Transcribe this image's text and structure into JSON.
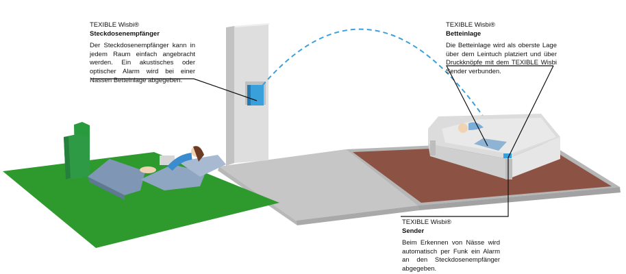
{
  "callouts": {
    "receiver": {
      "brand": "TEXIBLE Wisbi®",
      "title": "Steckdosenempfänger",
      "body": "Der Steckdosenempfänger kann in jedem Raum einfach angebracht werden. Ein akustisches oder optischer Alarm wird bei einer Nassen Betteinlage abgegeben."
    },
    "pad": {
      "brand": "TEXIBLE Wisbi®",
      "title": "Betteinlage",
      "body": "Die Betteinlage wird als oberste Lage über dem Leintuch platziert und über Druckknöpfe mit dem TEXIBLE Wisbi Sender verbunden."
    },
    "sender": {
      "brand": "TEXIBLE Wisbi®",
      "title": "Sender",
      "body": "Beim Erkennen von Nässe wird automatisch per Funk ein Alarm an den Steckdosenempfänger abgegeben."
    }
  },
  "colors": {
    "green_floor": "#2e9a2e",
    "brown_floor": "#8c5345",
    "grey_floor": "#c4c4c4",
    "wall": "#dcdcdc",
    "receiver_blue": "#3aa0dc",
    "signal_dash": "#3aa0dc"
  },
  "icons": [
    "plants",
    "recliner",
    "reading-person",
    "wall-receiver",
    "bed",
    "sleeping-person",
    "wet-pad",
    "sender"
  ]
}
